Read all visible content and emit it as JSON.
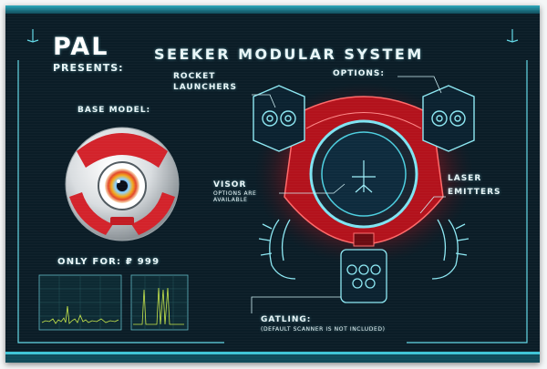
{
  "header": {
    "logo": "PAL",
    "presents": "PRESENTS:",
    "title": "SEEKER MODULAR SYSTEM"
  },
  "labels": {
    "options": "OPTIONS:",
    "rocket_line1": "ROCKET",
    "rocket_line2": "LAUNCHERS",
    "base_model": "BASE MODEL:",
    "visor": "VISOR",
    "visor_note1": "OPTIONS ARE",
    "visor_note2": "AVAILABLE",
    "laser_line1": "LASER",
    "laser_line2": "EMITTERS",
    "price": "ONLY FOR: ₽ 999",
    "gatling": "GATLING:",
    "gatling_note": "(DEFAULT SCANNER IS NOT INCLUDED)"
  },
  "colors": {
    "background": "#0b1d27",
    "accent_cyan": "#63d8e6",
    "robot_red": "#c1121a",
    "graph_line": "#c9e84a"
  }
}
